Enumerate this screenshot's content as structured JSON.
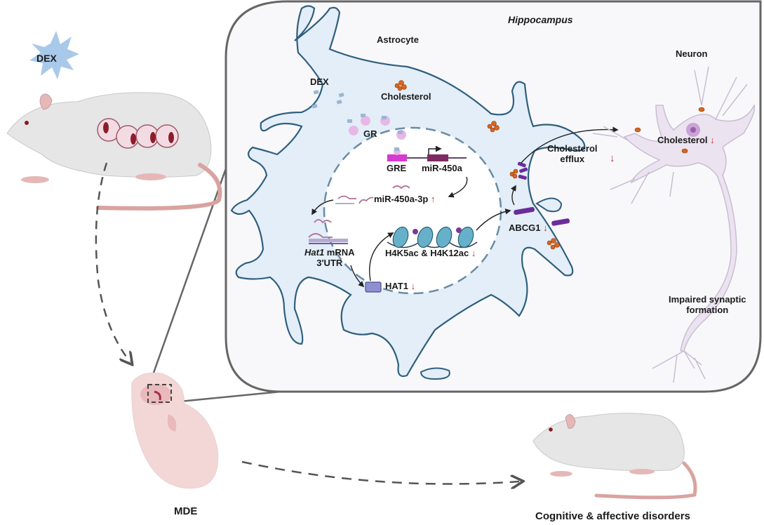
{
  "figure": {
    "panel_title": "Hippocampus",
    "left": {
      "stimulus": "DEX",
      "offspring_label": "MDE"
    },
    "astrocyte": {
      "cell_label": "Astrocyte",
      "dex_label": "DEX",
      "cholesterol_label": "Cholesterol",
      "gr_label": "GR",
      "gre_label": "GRE",
      "gene_label": "miR-450a",
      "mirna_label": "miR-450a-3p",
      "mirna_change": "↑",
      "target_label_gene": "Hat1",
      "target_label_rest": " mRNA",
      "target_label_utr": "3'UTR",
      "hat1_label": "HAT1",
      "hat1_change": "↓",
      "histone_label": "H4K5ac & H4K12ac",
      "histone_change": "↓",
      "abcg1_label": "ABCG1",
      "abcg1_change": "↓",
      "efflux_label_line1": "Cholesterol",
      "efflux_label_line2": "efflux",
      "efflux_change": "↓"
    },
    "neuron": {
      "cell_label": "Neuron",
      "cholesterol_label": "Cholesterol",
      "cholesterol_change": "↓",
      "synapse_label_line1": "Impaired synaptic",
      "synapse_label_line2": "formation"
    },
    "outcome": {
      "label": "Cognitive & affective disorders"
    },
    "colors": {
      "astrocyte_fill": "#e3eef8",
      "astrocyte_stroke": "#2f5f7e",
      "panel_fill": "#f8f8fa",
      "panel_stroke": "#666666",
      "neuron_fill": "#ebe3f0",
      "cholesterol": "#d9651f",
      "abcg1": "#6a2d9a",
      "decrease_arrow": "#c0302b",
      "dex_burst": "#a9c9ea",
      "embryo": "#f3d7d7",
      "rat_body": "#e6e6e6",
      "rat_tail": "#d9a3a0"
    }
  }
}
